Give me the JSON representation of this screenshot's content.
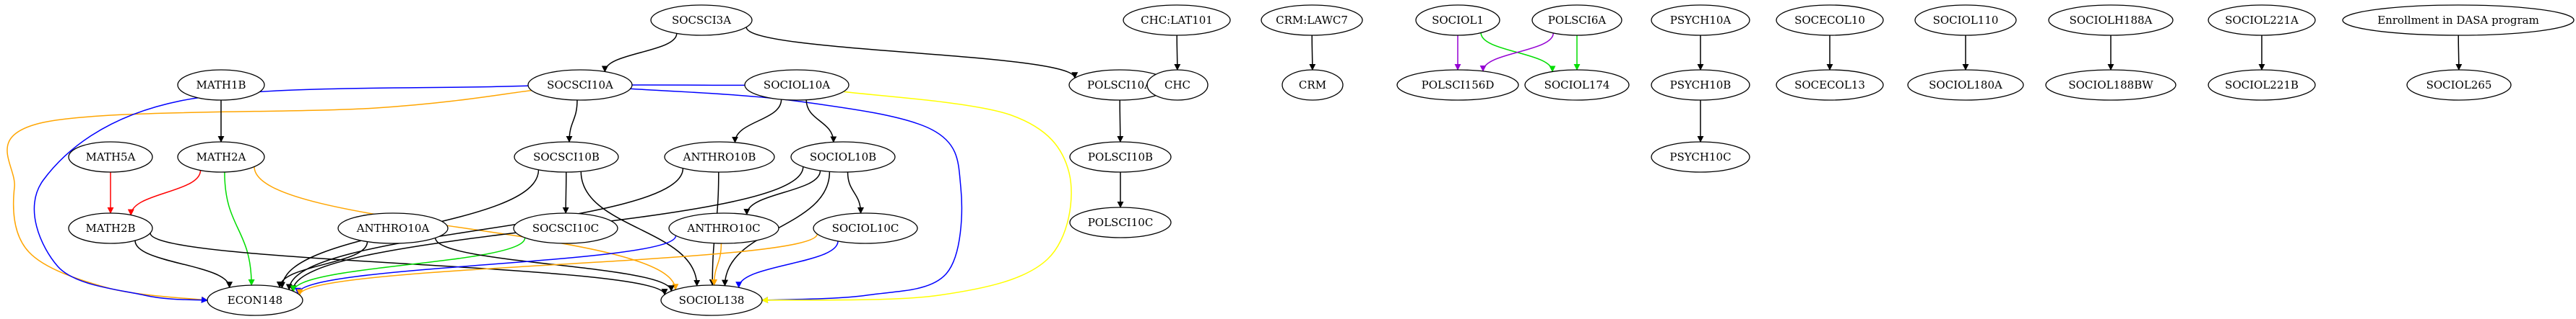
{
  "diagram": {
    "nodes": [
      {
        "id": "SOCSCI3A",
        "label": "SOCSCI3A"
      },
      {
        "id": "SOCSCI10A",
        "label": "SOCSCI10A"
      },
      {
        "id": "SOCIOL10A",
        "label": "SOCIOL10A"
      },
      {
        "id": "POLSCI10A",
        "label": "POLSCI10A"
      },
      {
        "id": "POLSCI10B",
        "label": "POLSCI10B"
      },
      {
        "id": "POLSCI10C",
        "label": "POLSCI10C"
      },
      {
        "id": "MATH1B",
        "label": "MATH1B"
      },
      {
        "id": "MATH2A",
        "label": "MATH2A"
      },
      {
        "id": "MATH5A",
        "label": "MATH5A"
      },
      {
        "id": "MATH2B",
        "label": "MATH2B"
      },
      {
        "id": "SOCSCI10B",
        "label": "SOCSCI10B"
      },
      {
        "id": "ANTHRO10B",
        "label": "ANTHRO10B"
      },
      {
        "id": "SOCIOL10B",
        "label": "SOCIOL10B"
      },
      {
        "id": "SOCSCI10C",
        "label": "SOCSCI10C"
      },
      {
        "id": "ANTHRO10A",
        "label": "ANTHRO10A"
      },
      {
        "id": "ANTHRO10C",
        "label": "ANTHRO10C"
      },
      {
        "id": "SOCIOL10C",
        "label": "SOCIOL10C"
      },
      {
        "id": "ECON148",
        "label": "ECON148"
      },
      {
        "id": "SOCIOL138",
        "label": "SOCIOL138"
      },
      {
        "id": "CHCLAT101",
        "label": "CHC:LAT101"
      },
      {
        "id": "CHC",
        "label": "CHC"
      },
      {
        "id": "CRMLAWC7",
        "label": "CRM:LAWC7"
      },
      {
        "id": "CRM",
        "label": "CRM"
      },
      {
        "id": "SOCIOL1",
        "label": "SOCIOL1"
      },
      {
        "id": "POLSCI6A",
        "label": "POLSCI6A"
      },
      {
        "id": "POLSCI156D",
        "label": "POLSCI156D"
      },
      {
        "id": "SOCIOL174",
        "label": "SOCIOL174"
      },
      {
        "id": "PSYCH10A",
        "label": "PSYCH10A"
      },
      {
        "id": "PSYCH10B",
        "label": "PSYCH10B"
      },
      {
        "id": "PSYCH10C",
        "label": "PSYCH10C"
      },
      {
        "id": "SOCECOL10",
        "label": "SOCECOL10"
      },
      {
        "id": "SOCECOL13",
        "label": "SOCECOL13"
      },
      {
        "id": "SOCIOL110",
        "label": "SOCIOL110"
      },
      {
        "id": "SOCIOL180A",
        "label": "SOCIOL180A"
      },
      {
        "id": "SOCIOLH188A",
        "label": "SOCIOLH188A"
      },
      {
        "id": "SOCIOL188BW",
        "label": "SOCIOL188BW"
      },
      {
        "id": "SOCIOL221A",
        "label": "SOCIOL221A"
      },
      {
        "id": "SOCIOL221B",
        "label": "SOCIOL221B"
      },
      {
        "id": "DASA",
        "label": "Enrollment in DASA program"
      },
      {
        "id": "SOCIOL265",
        "label": "SOCIOL265"
      }
    ],
    "edges": [
      {
        "from": "SOCSCI3A",
        "to": "SOCSCI10A",
        "color": "#000000"
      },
      {
        "from": "SOCSCI3A",
        "to": "POLSCI10A",
        "color": "#000000"
      },
      {
        "from": "POLSCI10A",
        "to": "POLSCI10B",
        "color": "#000000"
      },
      {
        "from": "POLSCI10B",
        "to": "POLSCI10C",
        "color": "#000000"
      },
      {
        "from": "SOCSCI10A",
        "to": "SOCSCI10B",
        "color": "#000000"
      },
      {
        "from": "SOCSCI10A",
        "to": "ECON148",
        "color": "#ffa500"
      },
      {
        "from": "SOCSCI10A",
        "to": "SOCIOL138",
        "color": "#0000ff"
      },
      {
        "from": "SOCIOL10A",
        "to": "ANTHRO10B",
        "color": "#000000"
      },
      {
        "from": "SOCIOL10A",
        "to": "SOCIOL10B",
        "color": "#000000"
      },
      {
        "from": "SOCIOL10A",
        "to": "ECON148",
        "color": "#0000ff"
      },
      {
        "from": "SOCIOL10A",
        "to": "SOCIOL138",
        "color": "#ffff00"
      },
      {
        "from": "MATH1B",
        "to": "MATH2A",
        "color": "#000000"
      },
      {
        "from": "MATH2A",
        "to": "MATH2B",
        "color": "#ff0000"
      },
      {
        "from": "MATH5A",
        "to": "MATH2B",
        "color": "#ff0000"
      },
      {
        "from": "MATH2A",
        "to": "ECON148",
        "color": "#00dd00"
      },
      {
        "from": "MATH2A",
        "to": "SOCIOL138",
        "color": "#ffa500"
      },
      {
        "from": "MATH2B",
        "to": "ECON148",
        "color": "#000000"
      },
      {
        "from": "MATH2B",
        "to": "SOCIOL138",
        "color": "#000000"
      },
      {
        "from": "SOCSCI10B",
        "to": "SOCSCI10C",
        "color": "#000000"
      },
      {
        "from": "SOCSCI10B",
        "to": "ECON148",
        "color": "#000000"
      },
      {
        "from": "SOCSCI10B",
        "to": "SOCIOL138",
        "color": "#000000"
      },
      {
        "from": "ANTHRO10B",
        "to": "ECON148",
        "color": "#000000"
      },
      {
        "from": "ANTHRO10B",
        "to": "SOCIOL138",
        "color": "#000000"
      },
      {
        "from": "SOCIOL10B",
        "to": "ANTHRO10C",
        "color": "#000000"
      },
      {
        "from": "SOCIOL10B",
        "to": "SOCIOL10C",
        "color": "#000000"
      },
      {
        "from": "SOCIOL10B",
        "to": "ECON148",
        "color": "#000000"
      },
      {
        "from": "SOCIOL10B",
        "to": "SOCIOL138",
        "color": "#000000"
      },
      {
        "from": "SOCSCI10C",
        "to": "ECON148",
        "color": "#00dd00"
      },
      {
        "from": "ANTHRO10A",
        "to": "ECON148",
        "color": "#000000"
      },
      {
        "from": "ANTHRO10A",
        "to": "SOCIOL138",
        "color": "#000000"
      },
      {
        "from": "ANTHRO10C",
        "to": "ECON148",
        "color": "#0000ff"
      },
      {
        "from": "ANTHRO10C",
        "to": "SOCIOL138",
        "color": "#ffa500"
      },
      {
        "from": "SOCIOL10C",
        "to": "SOCIOL138",
        "color": "#0000ff"
      },
      {
        "from": "SOCIOL10C",
        "to": "ECON148",
        "color": "#ffa500"
      },
      {
        "from": "CHCLAT101",
        "to": "CHC",
        "color": "#000000"
      },
      {
        "from": "CRMLAWC7",
        "to": "CRM",
        "color": "#000000"
      },
      {
        "from": "SOCIOL1",
        "to": "POLSCI156D",
        "color": "#9400d3"
      },
      {
        "from": "SOCIOL1",
        "to": "SOCIOL174",
        "color": "#00dd00"
      },
      {
        "from": "POLSCI6A",
        "to": "POLSCI156D",
        "color": "#9400d3"
      },
      {
        "from": "POLSCI6A",
        "to": "SOCIOL174",
        "color": "#00dd00"
      },
      {
        "from": "PSYCH10A",
        "to": "PSYCH10B",
        "color": "#000000"
      },
      {
        "from": "PSYCH10B",
        "to": "PSYCH10C",
        "color": "#000000"
      },
      {
        "from": "SOCECOL10",
        "to": "SOCECOL13",
        "color": "#000000"
      },
      {
        "from": "SOCIOL110",
        "to": "SOCIOL180A",
        "color": "#000000"
      },
      {
        "from": "SOCIOLH188A",
        "to": "SOCIOL188BW",
        "color": "#000000"
      },
      {
        "from": "SOCIOL221A",
        "to": "SOCIOL221B",
        "color": "#000000"
      },
      {
        "from": "DASA",
        "to": "SOCIOL265",
        "color": "#000000"
      }
    ]
  }
}
